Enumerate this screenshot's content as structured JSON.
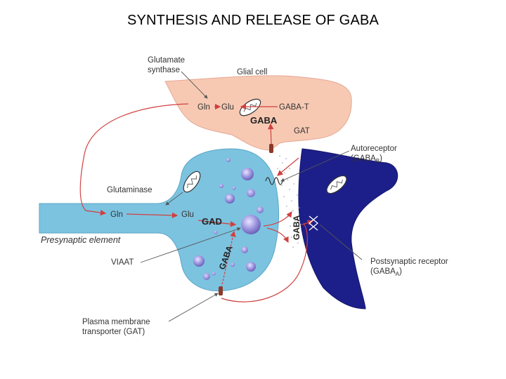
{
  "title": "SYNTHESIS AND RELEASE OF GABA",
  "colors": {
    "glial_fill": "#f7c9b3",
    "presynaptic_fill": "#7cc3e0",
    "postsynaptic_fill": "#1c1f8a",
    "vesicle": "#8c84d6",
    "arrow": "#d04040"
  },
  "labels": {
    "glial_cell": "Glial cell",
    "glutamate_synthase_1": "Glutamate",
    "glutamate_synthase_2": "synthase",
    "gln_glial": "Gln",
    "glu_glial": "Glu",
    "gaba_t": "GABA-T",
    "gaba_glial": "GABA",
    "gat_glial": "GAT",
    "autoreceptor_1": "Autoreceptor",
    "autoreceptor_2": "(GABA",
    "autoreceptor_sub": "B",
    "autoreceptor_close": ")",
    "glutaminase": "Glutaminase",
    "gln_pre": "Gln",
    "glu_pre": "Glu",
    "gad": "GAD",
    "presynaptic_element": "Presynaptic element",
    "viaat": "VIAAT",
    "gaba_vertical": "GABA",
    "gaba_cleft": "GABA",
    "postsynaptic_1": "Postsynaptic receptor",
    "postsynaptic_2": "(GABA",
    "postsynaptic_sub": "A",
    "postsynaptic_close": ")",
    "pmt_1": "Plasma membrane",
    "pmt_2": "transporter (GAT)"
  }
}
